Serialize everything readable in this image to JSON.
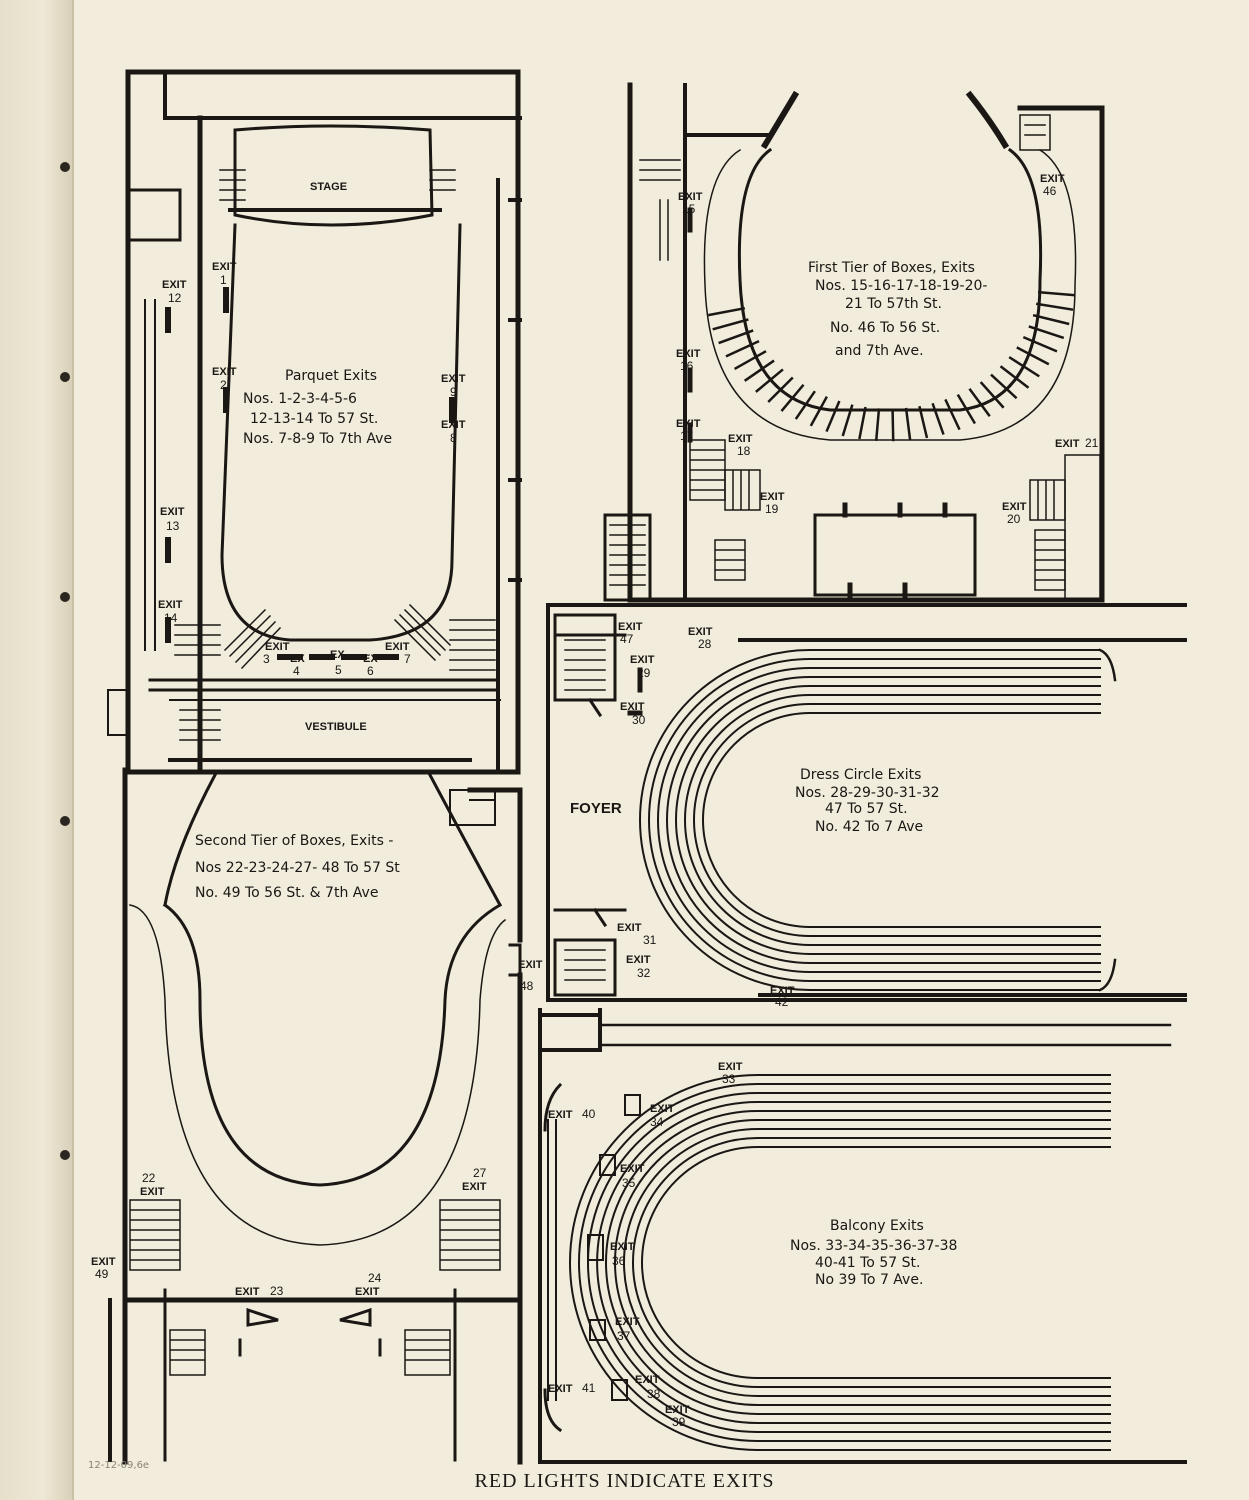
{
  "footer": "RED LIGHTS INDICATE EXITS",
  "pencil_note": "12-12-09,6e",
  "plans": {
    "parquet": {
      "stage_label": "STAGE",
      "vestibule_label": "VESTIBULE",
      "title": "Parquet Exits",
      "line1": "Nos. 1-2-3-4-5-6",
      "line2": "12-13-14 To 57 St.",
      "line3": "Nos. 7-8-9 To 7th Ave",
      "exits": [
        {
          "word": "EXIT",
          "num": "1"
        },
        {
          "word": "EXIT",
          "num": "2"
        },
        {
          "word": "EXIT",
          "num": "9"
        },
        {
          "word": "EXIT",
          "num": "8"
        },
        {
          "word": "EXIT",
          "num": "12"
        },
        {
          "word": "EXIT",
          "num": "13"
        },
        {
          "word": "EXIT",
          "num": "14"
        },
        {
          "word": "EXIT",
          "num": "3"
        },
        {
          "word": "EX",
          "num": "4"
        },
        {
          "word": "EX",
          "num": "5"
        },
        {
          "word": "EX",
          "num": "6"
        },
        {
          "word": "EXIT",
          "num": "7"
        }
      ]
    },
    "first_tier": {
      "title": "First Tier of Boxes, Exits",
      "line1": "Nos. 15-16-17-18-19-20-",
      "line2": "21 To 57th St.",
      "line3": "No. 46 To 56 St.",
      "line4": "and 7th Ave.",
      "exits": [
        {
          "word": "EXIT",
          "num": "15"
        },
        {
          "word": "EXIT",
          "num": "16"
        },
        {
          "word": "EXIT",
          "num": "17"
        },
        {
          "word": "EXIT",
          "num": "18"
        },
        {
          "word": "EXIT",
          "num": "19"
        },
        {
          "word": "EXIT",
          "num": "20"
        },
        {
          "word": "EXIT",
          "num": "46"
        },
        {
          "word": "EXIT",
          "num": "21"
        }
      ]
    },
    "second_tier": {
      "title": "Second Tier of Boxes, Exits -",
      "line1": "Nos 22-23-24-27- 48 To 57 St",
      "line2": "No. 49 To 56 St. & 7th Ave",
      "exits": [
        {
          "word": "EXIT",
          "num": "22"
        },
        {
          "word": "EXIT",
          "num": "23"
        },
        {
          "word": "EXIT",
          "num": "24"
        },
        {
          "word": "EXIT",
          "num": "27"
        },
        {
          "word": "EXIT",
          "num": "48"
        },
        {
          "word": "EXIT",
          "num": "49"
        }
      ]
    },
    "dress_circle": {
      "foyer_label": "FOYER",
      "title": "Dress Circle Exits",
      "line1": "Nos. 28-29-30-31-32",
      "line2": "47 To 57 St.",
      "line3": "No. 42 To 7 Ave",
      "exits": [
        {
          "word": "EXIT",
          "num": "47"
        },
        {
          "word": "EXIT",
          "num": "28"
        },
        {
          "word": "EXIT",
          "num": "29"
        },
        {
          "word": "EXIT",
          "num": "30"
        },
        {
          "word": "EXIT",
          "num": "31"
        },
        {
          "word": "EXIT",
          "num": "32"
        },
        {
          "word": "EXIT",
          "num": "42"
        }
      ]
    },
    "balcony": {
      "title": "Balcony Exits",
      "line1": "Nos. 33-34-35-36-37-38",
      "line2": "40-41 To 57 St.",
      "line3": "No 39 To 7 Ave.",
      "exits": [
        {
          "word": "EXIT",
          "num": "33"
        },
        {
          "word": "EXIT",
          "num": "34"
        },
        {
          "word": "EXIT",
          "num": "35"
        },
        {
          "word": "EXIT",
          "num": "36"
        },
        {
          "word": "EXIT",
          "num": "37"
        },
        {
          "word": "EXIT",
          "num": "38"
        },
        {
          "word": "EXIT",
          "num": "39"
        },
        {
          "word": "EXIT",
          "num": "40"
        },
        {
          "word": "EXIT",
          "num": "41"
        }
      ]
    }
  },
  "colors": {
    "paper": "#f1ecdc",
    "ink": "#1a1714"
  }
}
